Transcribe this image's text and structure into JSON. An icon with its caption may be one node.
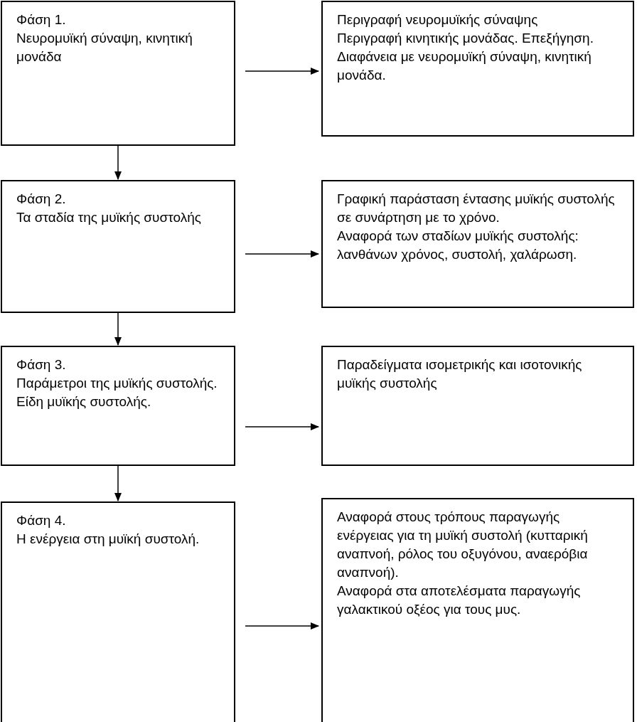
{
  "diagram": {
    "nodes": [
      {
        "text": [
          "Φάση 1.",
          "Νευρομυϊκή σύναψη, κινητική μονάδα"
        ]
      },
      {
        "text": [
          "Περιγραφή νευρομυϊκής σύναψης",
          "Περιγραφή κινητικής μονάδας. Επεξήγηση.",
          "Διαφάνεια με νευρομυϊκή σύναψη, κινητική μονάδα."
        ]
      },
      {
        "text": [
          "Φάση 2.",
          "Τα σταδία της μυϊκής συστολής"
        ]
      },
      {
        "text": [
          "Γραφική παράσταση έντασης μυϊκής συστολής σε συνάρτηση με το χρόνο.",
          "Αναφορά των σταδίων μυϊκής συστολής: λανθάνων χρόνος, συστολή, χαλάρωση."
        ]
      },
      {
        "text": [
          "Φάση 3.",
          "Παράμετροι της μυϊκής συστολής. Είδη μυϊκής συστολής."
        ]
      },
      {
        "text": [
          "Παραδείγματα ισομετρικής και ισοτονικής μυϊκής συστολής"
        ]
      },
      {
        "text": [
          "Φάση 4.",
          "Η ενέργεια στη μυϊκή συστολή."
        ]
      },
      {
        "text": [
          "Αναφορά στους τρόπους παραγωγής ενέργειας για τη μυϊκή συστολή (κυτταρική αναπνοή, ρόλος του οξυγόνου, αναερόβια αναπνοή).",
          "Αναφορά στα αποτελέσματα παραγωγής γαλακτικού οξέος για τους μυς."
        ]
      }
    ],
    "edges": [
      {
        "from": 0,
        "to": 1,
        "arrow": "to"
      },
      {
        "from": 0,
        "to": 2,
        "arrow": "to"
      },
      {
        "from": 2,
        "to": 3,
        "arrow": "to"
      },
      {
        "from": 2,
        "to": 4,
        "arrow": "to"
      },
      {
        "from": 4,
        "to": 5,
        "arrow": "to"
      },
      {
        "from": 4,
        "to": 6,
        "arrow": "to"
      },
      {
        "from": 6,
        "to": 7,
        "arrow": "to"
      }
    ]
  }
}
